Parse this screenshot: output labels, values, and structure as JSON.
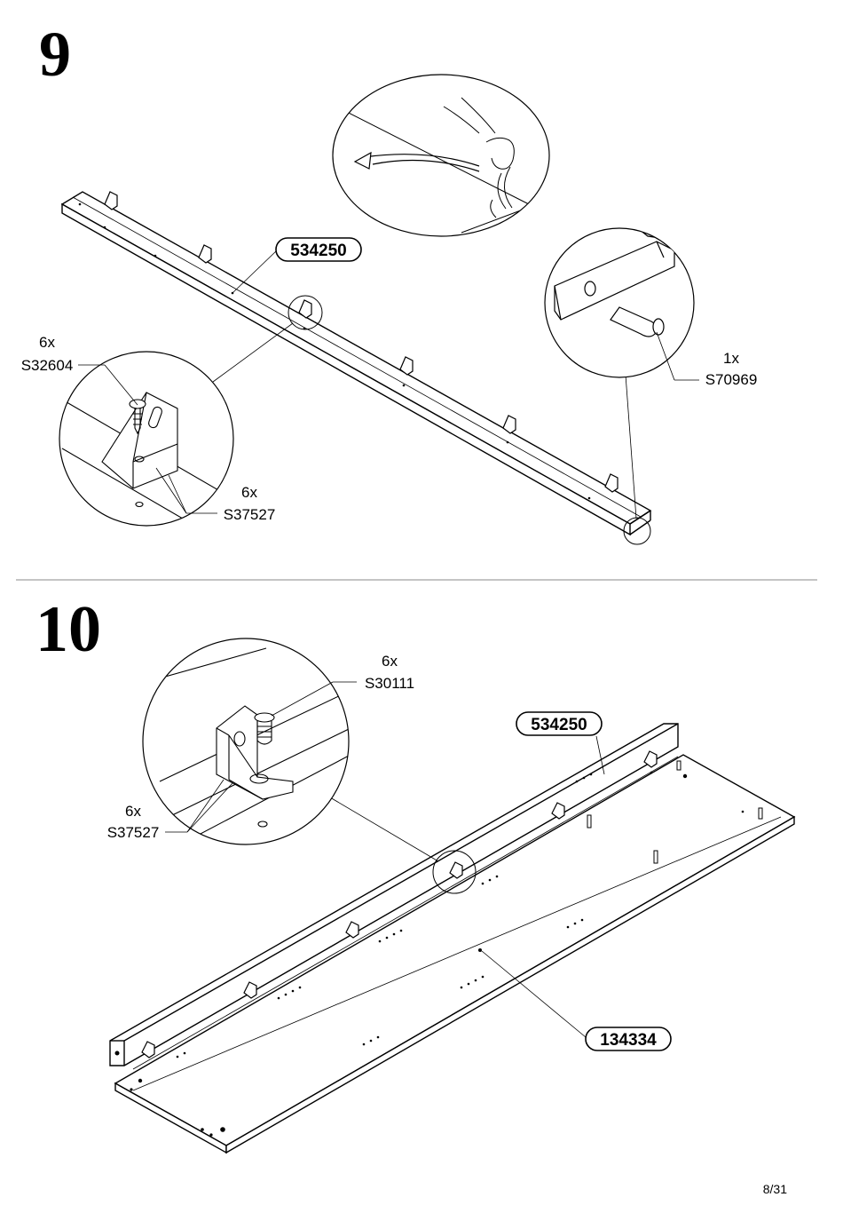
{
  "page_number": "8/31",
  "step9": {
    "number": "9",
    "part_id": "534250",
    "screw": {
      "qty": "6x",
      "code": "S32604"
    },
    "bracket": {
      "qty": "6x",
      "code": "S37527"
    },
    "dowel": {
      "qty": "1x",
      "code": "S70969"
    }
  },
  "step10": {
    "number": "10",
    "rail_id": "534250",
    "panel_id": "134334",
    "screw": {
      "qty": "6x",
      "code": "S30111"
    },
    "bracket": {
      "qty": "6x",
      "code": "S37527"
    }
  }
}
